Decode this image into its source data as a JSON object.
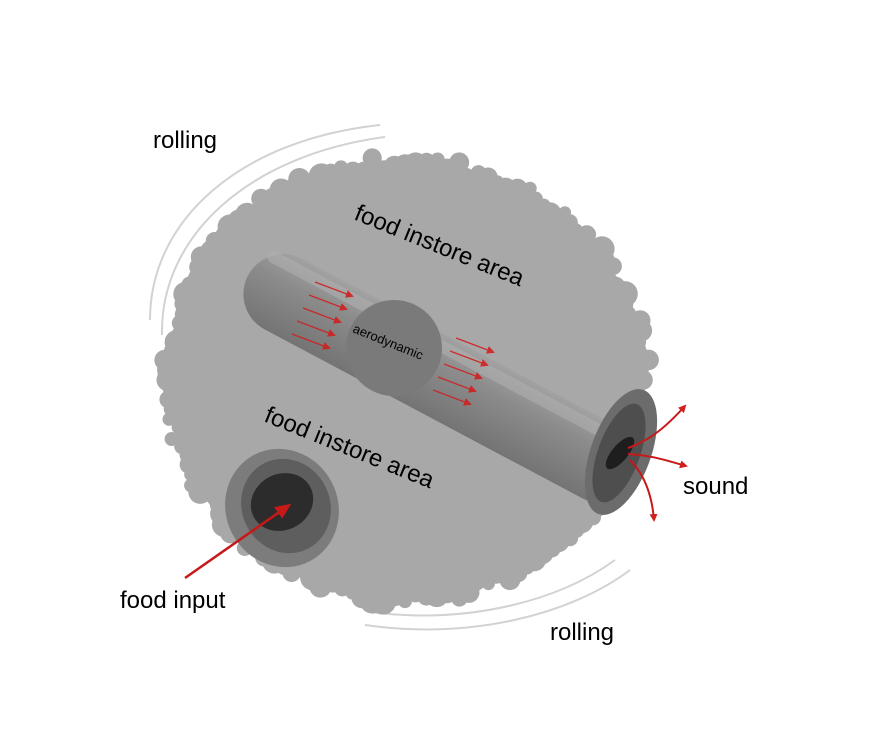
{
  "labels": {
    "rolling_top": "rolling",
    "rolling_bottom": "rolling",
    "food_area_upper": "food instore area",
    "food_area_lower": "food instore area",
    "aerodynamic": "aerodynamic",
    "sound": "sound",
    "food_input": "food input"
  },
  "colors": {
    "ball": "#a8a8a8",
    "tube": "#8a8a8a",
    "tube_dark": "#6f6f6f",
    "core": "#7a7a7a",
    "hole_dark": "#2c2c2c",
    "arrow": "#d02020",
    "rolling_lines": "#d0d0d0"
  },
  "icons": {
    "flow_arrows": "airflow-arrows-icon",
    "input_arrow": "input-arrow-icon",
    "sound_arrows": "sound-wave-arrows-icon"
  }
}
